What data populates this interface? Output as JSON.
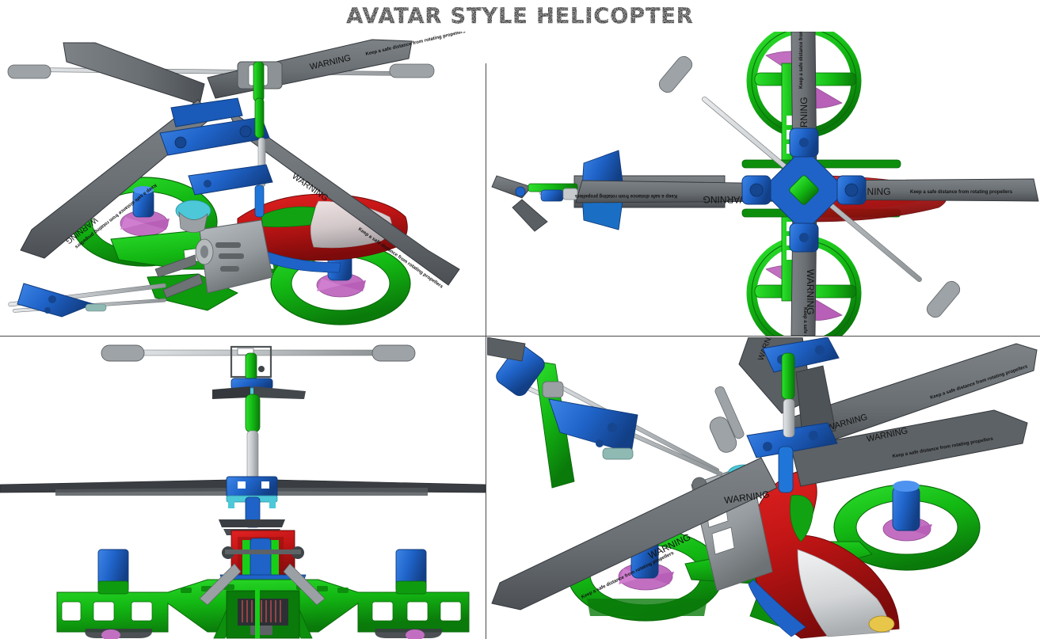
{
  "document": {
    "title": "AVATAR STYLE HELICOPTER",
    "background_color": "#ffffff",
    "sheet_width": 1313,
    "sheet_height": 807,
    "divider_color": "#4d4d4d"
  },
  "labels": {
    "warning": "WARNING",
    "warning_detail": "Keep a safe distance from rotating propellers"
  },
  "palette": {
    "blade_gray": "#6e7377",
    "blade_gray_dark": "#4a4e52",
    "blade_edge": "#32363a",
    "body_red": "#c21515",
    "body_red_dark": "#8e0d0d",
    "body_white": "#d9dadb",
    "duct_green": "#11b411",
    "duct_green_dark": "#0a7d0a",
    "frame_green": "#17cf17",
    "pod_blue": "#1f63c8",
    "pod_blue_dark": "#14408a",
    "link_blue": "#1d57b5",
    "prop_magenta": "#c26fc2",
    "mast_silver": "#c9cccf",
    "mast_green": "#21c421",
    "fin_blue": "#1a6fc4",
    "chassis_gray": "#9aa0a4",
    "teal": "#4cc8d8"
  },
  "views": [
    {
      "id": "view-top-left",
      "name": "front-right-isometric-view",
      "projection": "isometric",
      "description": "Three-quarter view of twin-duct RC helicopter with main rotor, flybar, red canopy and green ducted fans",
      "blade_labels": [
        "WARNING",
        "Keep a safe distance from rotating propellers"
      ]
    },
    {
      "id": "view-top-right",
      "name": "top-plan-view",
      "projection": "top",
      "description": "Plan view showing four-blade rotor cross, flybar diagonal, tail boom with blue stabilizers and two green ducted fans",
      "blade_labels": [
        "WARNING",
        "Keep a safe distance from rotating propellers"
      ]
    },
    {
      "id": "view-bottom-left",
      "name": "front-elevation-view",
      "projection": "front",
      "description": "Symmetric front elevation with flybar, coaxial rotor disc, red fuselage, green frame arms and blue motor pods",
      "blade_labels": []
    },
    {
      "id": "view-bottom-right",
      "name": "rear-left-isometric-view",
      "projection": "isometric",
      "description": "Three-quarter rear view with red and white canopy, green ducted fans, tail rotor and blue/green stabilizers",
      "blade_labels": [
        "WARNING",
        "Keep a safe distance from rotating propellers"
      ]
    }
  ]
}
